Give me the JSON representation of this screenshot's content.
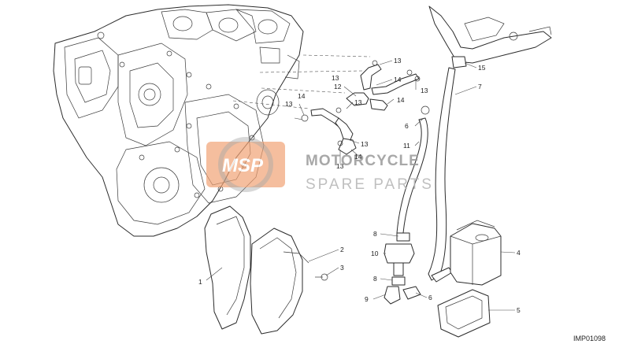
{
  "diagram": {
    "reference_code": "IMP01098",
    "colors": {
      "line": "#2b2b2b",
      "watermark_orange": "#f0a070",
      "watermark_gray": "#9a9a9a"
    },
    "watermark": {
      "logo_text": "MSP",
      "title": "MOTORCYCLE",
      "subtitle": "SPARE PARTS"
    },
    "callouts": [
      {
        "id": "c1",
        "label": "1"
      },
      {
        "id": "c2",
        "label": "2"
      },
      {
        "id": "c3",
        "label": "3"
      },
      {
        "id": "c4",
        "label": "4"
      },
      {
        "id": "c5",
        "label": "5"
      },
      {
        "id": "c6a",
        "label": "6"
      },
      {
        "id": "c6b",
        "label": "6"
      },
      {
        "id": "c7",
        "label": "7"
      },
      {
        "id": "c8a",
        "label": "8"
      },
      {
        "id": "c8b",
        "label": "8"
      },
      {
        "id": "c9",
        "label": "9"
      },
      {
        "id": "c10",
        "label": "10"
      },
      {
        "id": "c11",
        "label": "11"
      },
      {
        "id": "c12",
        "label": "12"
      },
      {
        "id": "c13a",
        "label": "13"
      },
      {
        "id": "c13b",
        "label": "13"
      },
      {
        "id": "c13c",
        "label": "13"
      },
      {
        "id": "c13d",
        "label": "13"
      },
      {
        "id": "c13e",
        "label": "13"
      },
      {
        "id": "c13f",
        "label": "13"
      },
      {
        "id": "c13g",
        "label": "13"
      },
      {
        "id": "c14a",
        "label": "14"
      },
      {
        "id": "c14b",
        "label": "14"
      },
      {
        "id": "c14c",
        "label": "14"
      },
      {
        "id": "c14d",
        "label": "14"
      },
      {
        "id": "c15",
        "label": "15"
      }
    ]
  }
}
